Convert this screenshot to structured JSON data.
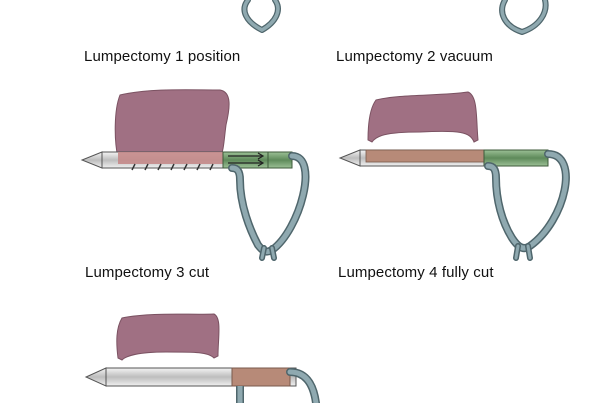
{
  "panels": [
    {
      "id": "position",
      "label": "Lumpectomy 1 position"
    },
    {
      "id": "vacuum",
      "label": "Lumpectomy 2 vacuum"
    },
    {
      "id": "cut",
      "label": "Lumpectomy 3 cut"
    },
    {
      "id": "fully-cut",
      "label": "Lumpectomy 4 fully cut"
    }
  ],
  "colors": {
    "tissue": "#a07083",
    "tissue_drawn": "#c48a8a",
    "tube": "#8fa9b0",
    "tube_dark": "#4f666c",
    "needle_green": "#6f9a6a",
    "needle_steel": "#d4d4d4",
    "cut_tissue": "#b78a78"
  }
}
